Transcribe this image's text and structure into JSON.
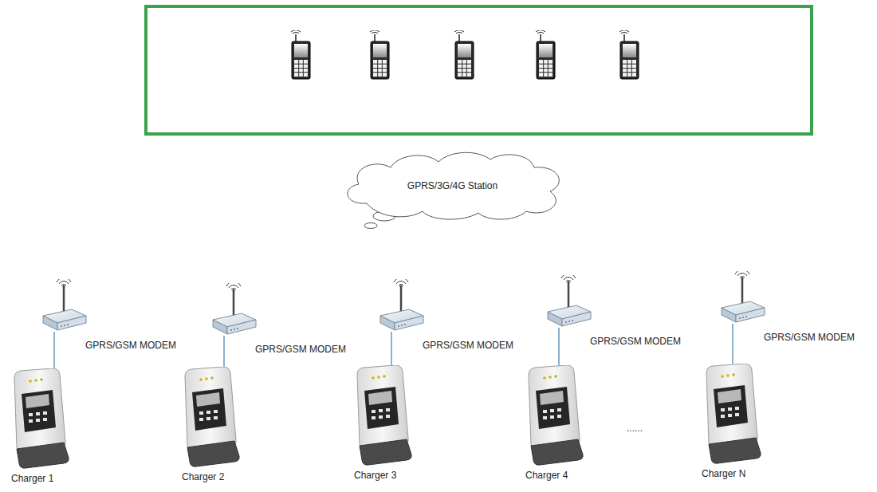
{
  "diagram": {
    "nodes": [
      {
        "text": [
          "GPRS/3G/4G Station"
        ]
      },
      {
        "text": [
          "GPRS/GSM MODEM"
        ]
      },
      {
        "text": [
          "GPRS/GSM MODEM"
        ]
      },
      {
        "text": [
          "GPRS/GSM MODEM"
        ]
      },
      {
        "text": [
          "GPRS/GSM MODEM"
        ]
      },
      {
        "text": [
          "GPRS/GSM MODEM"
        ]
      },
      {
        "text": [
          "Charger 1"
        ]
      },
      {
        "text": [
          "Charger 2"
        ]
      },
      {
        "text": [
          "Charger 3"
        ]
      },
      {
        "text": [
          "Charger 4"
        ]
      },
      {
        "text": [
          "Charger N"
        ]
      }
    ],
    "edges": [
      {
        "from": 1,
        "to": 6,
        "arrow": "none"
      },
      {
        "from": 2,
        "to": 7,
        "arrow": "none"
      },
      {
        "from": 3,
        "to": 8,
        "arrow": "none"
      },
      {
        "from": 4,
        "to": 9,
        "arrow": "none"
      },
      {
        "from": 5,
        "to": 10,
        "arrow": "none"
      }
    ],
    "labels": [
      "......"
    ]
  }
}
